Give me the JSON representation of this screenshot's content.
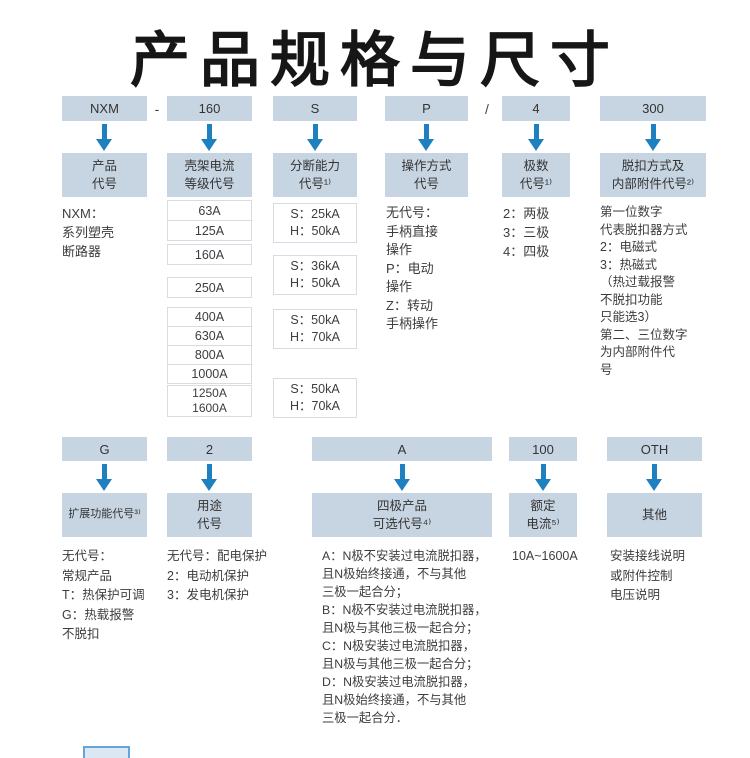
{
  "title": "产品规格与尺寸",
  "colors": {
    "box_bg": "#c7d5e2",
    "arrow": "#1f80c0",
    "border": "#d6dce2",
    "text": "#3d3d3d",
    "title": "#161616"
  },
  "section1": {
    "codes": [
      "NXM",
      "160",
      "S",
      "P",
      "4",
      "300"
    ],
    "separators": [
      "-",
      "/"
    ],
    "labels": [
      "产品\n代号",
      "壳架电流\n等级代号",
      "分断能力\n代号¹⁾",
      "操作方式\n代号",
      "极数\n代号¹⁾",
      "脱扣方式及\n内部附件代号²⁾"
    ],
    "product_desc": "NXM：\n系列塑壳\n断路器",
    "frame_cells": [
      "63A",
      "125A",
      "160A",
      "250A",
      "400A",
      "630A",
      "800A",
      "1000A",
      "1250A\n1600A"
    ],
    "breaking_cells": [
      "S：25kA\nH：50kA",
      "S：36kA\nH：50kA",
      "S：50kA\nH：70kA",
      "S：50kA\nH：70kA"
    ],
    "operation": "无代号：\n手柄直接\n操作\nP：电动\n操作\nZ：转动\n手柄操作",
    "poles": "2：两极\n3：三极\n4：四极",
    "trip": "第一位数字\n代表脱扣器方式\n2：电磁式\n3：热磁式\n（热过载报警\n不脱扣功能\n只能选3）\n第二、三位数字\n为内部附件代\n号"
  },
  "section2": {
    "codes": [
      "G",
      "2",
      "A",
      "100",
      "OTH"
    ],
    "labels": [
      "扩展功能代号³⁾",
      "用途\n代号",
      "四极产品\n可选代号⁴⁾",
      "额定\n电流⁵⁾",
      "其他"
    ],
    "extended": "无代号：\n常规产品\nT：热保护可调\nG：热载报警\n不脱扣",
    "usage": "无代号：配电保护\n2：电动机保护\n3：发电机保护",
    "fourpole": "A：N极不安装过电流脱扣器，\n且N极始终接通，不与其他\n三极一起合分；\nB：N极不安装过电流脱扣器，\n且N极与其他三极一起合分；\nC：N极安装过电流脱扣器，\n且N极与其他三极一起合分；\nD：N极安装过电流脱扣器，\n且N极始终接通，不与其他\n三极一起合分．",
    "rated": "10A~1600A",
    "other": "安装接线说明\n或附件控制\n电压说明"
  }
}
